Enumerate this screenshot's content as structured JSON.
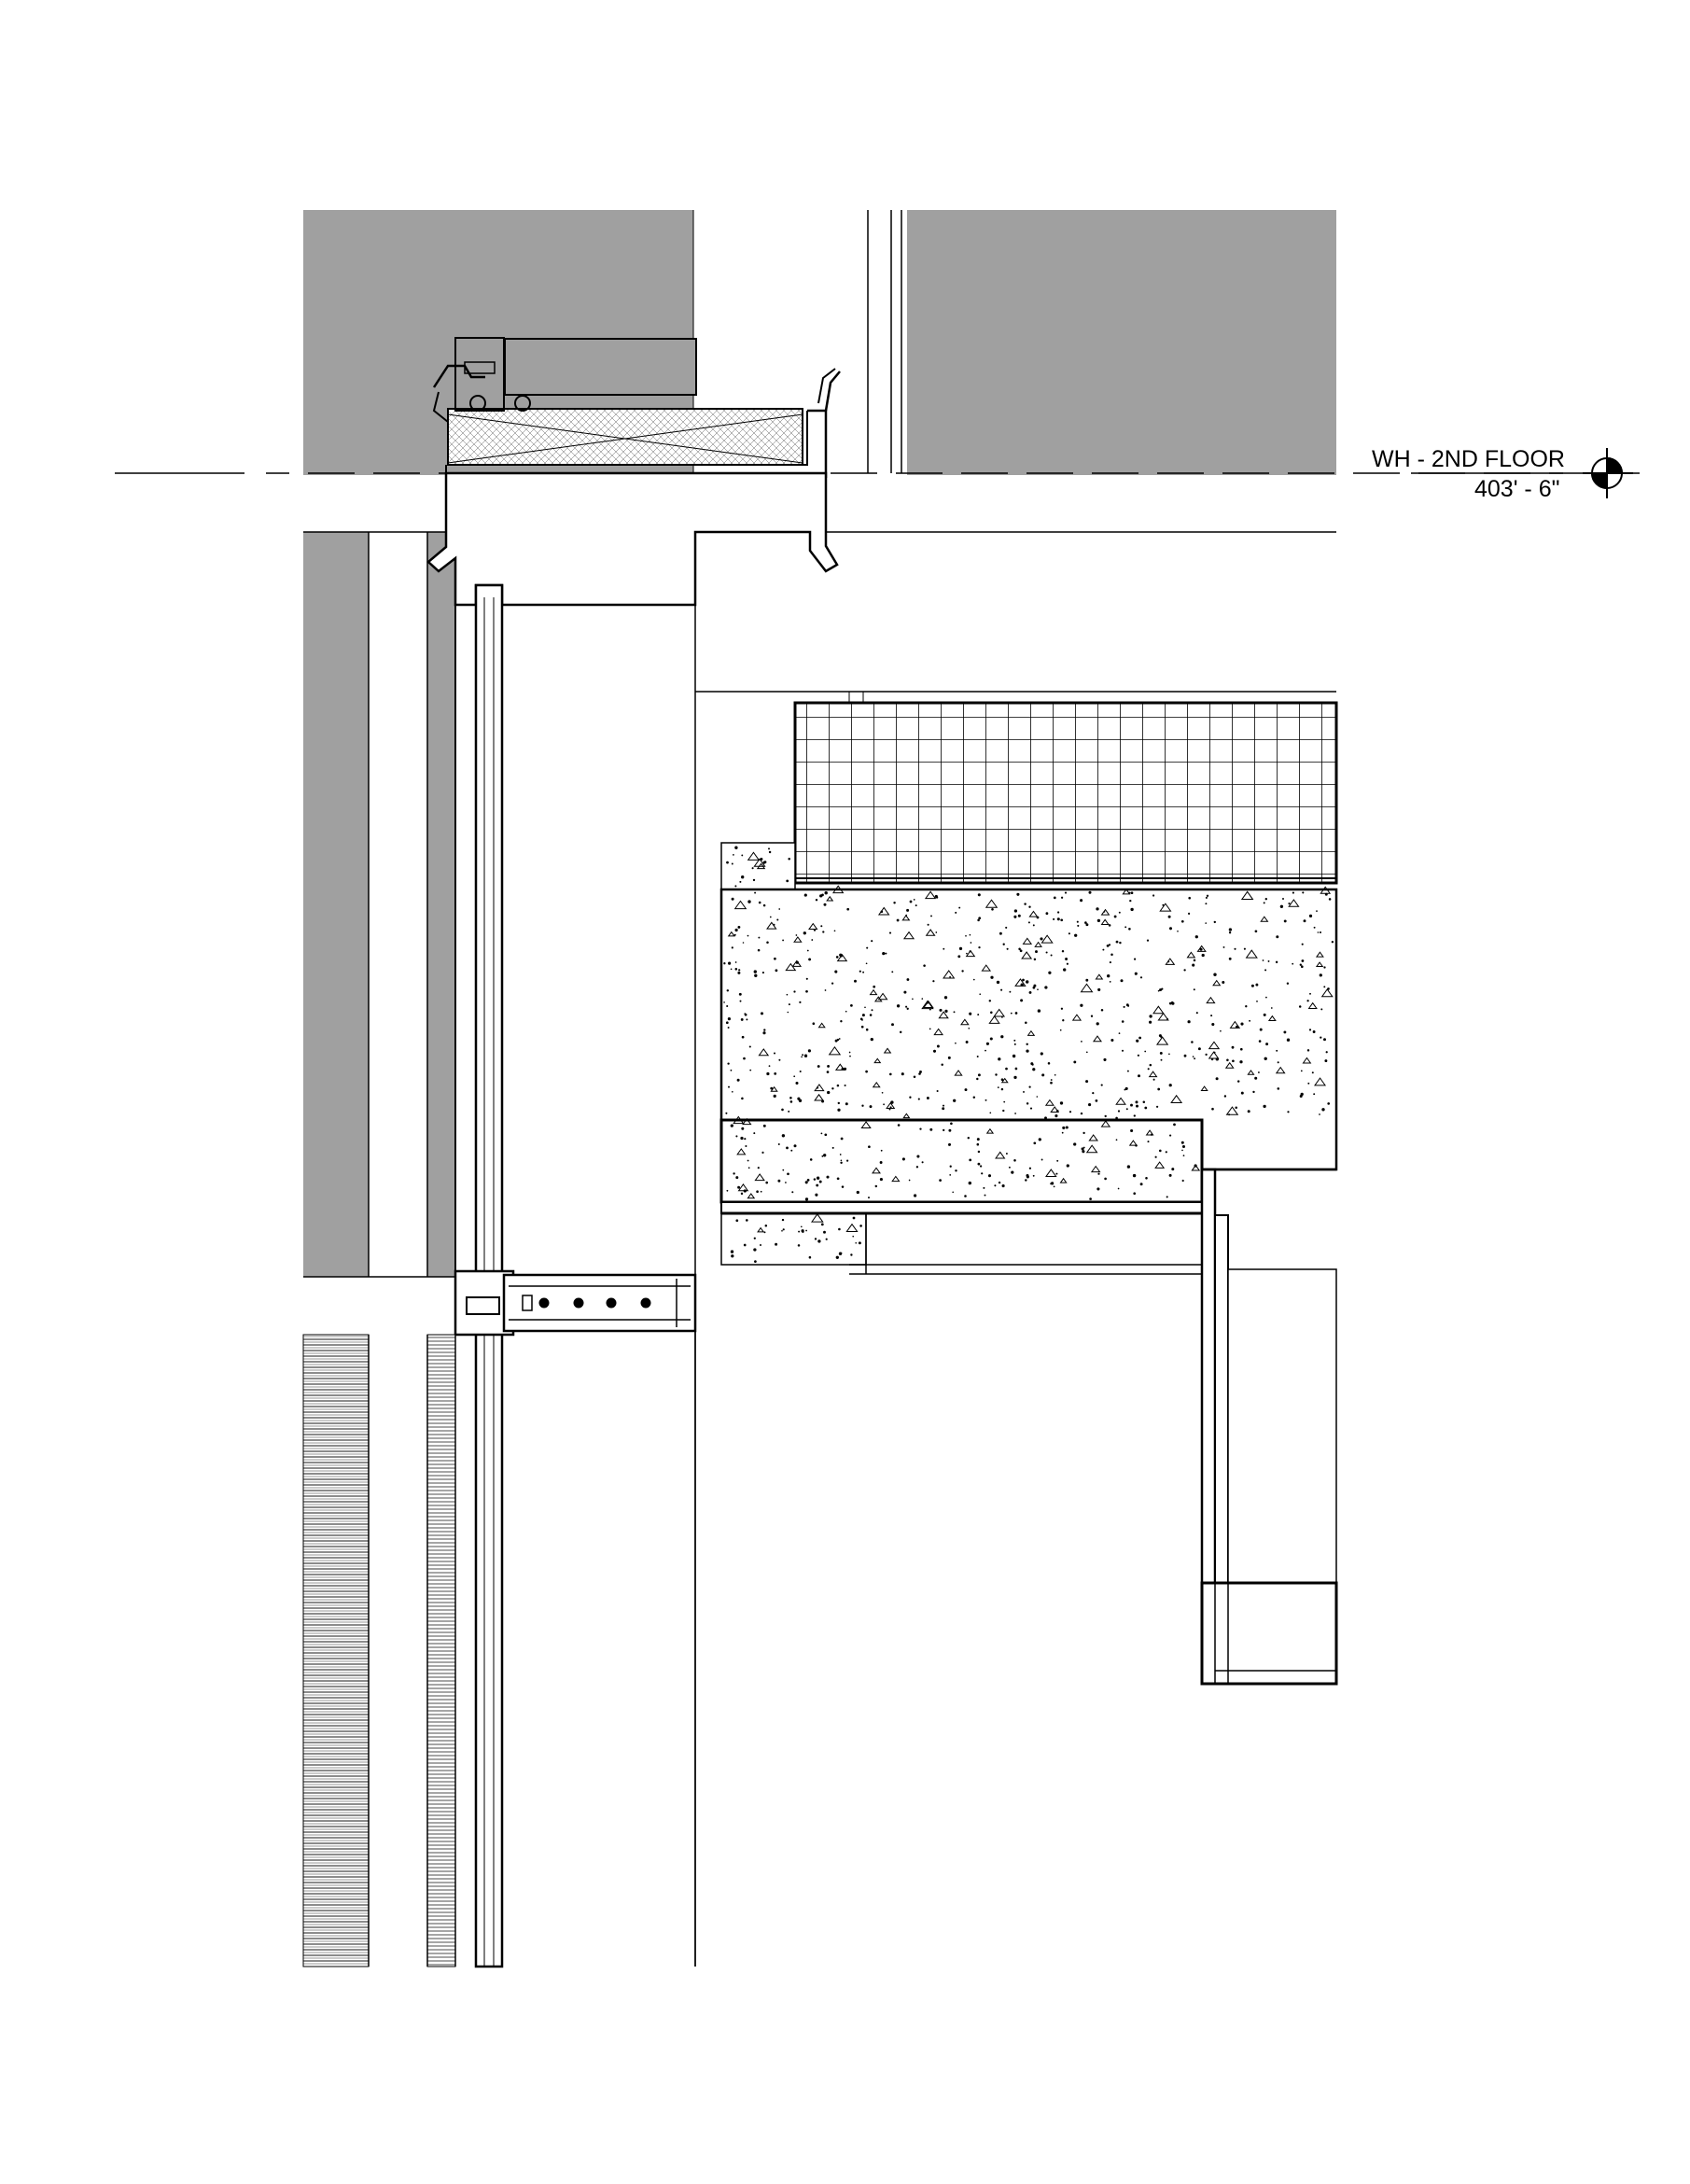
{
  "level_marker": {
    "name": "WH - 2ND FLOOR",
    "elevation": "403' - 6\""
  },
  "colors": {
    "line": "#000000",
    "shaded_zone": "#a0a0a0",
    "paper": "#ffffff"
  },
  "materials": {
    "insulation_grid": "grid-hatch",
    "concrete": "stipple-hatch",
    "siding": "horizontal-line-hatch"
  }
}
